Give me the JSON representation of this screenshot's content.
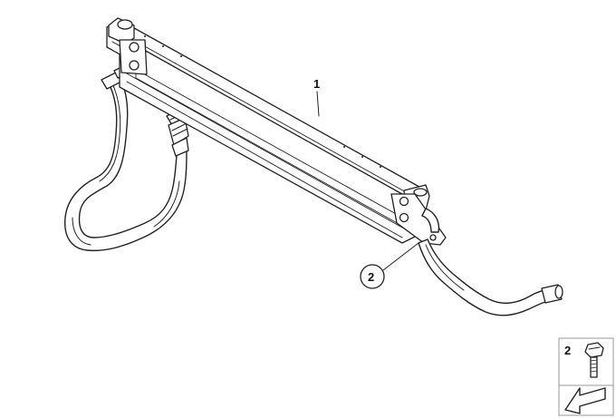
{
  "callouts": [
    {
      "id": "callout-1",
      "label": "1"
    },
    {
      "id": "callout-2",
      "label": "2"
    }
  ],
  "legend": {
    "item_label": "2"
  },
  "parts": {
    "cooler": "oil-cooler",
    "hose_left": "return-hose",
    "hose_right": "feed-line",
    "screw": "screw-icon",
    "arrow": "direction-arrow-icon"
  },
  "colors": {
    "line": "#222222",
    "background": "#ffffff",
    "arrow_fill": "#ffffff"
  }
}
